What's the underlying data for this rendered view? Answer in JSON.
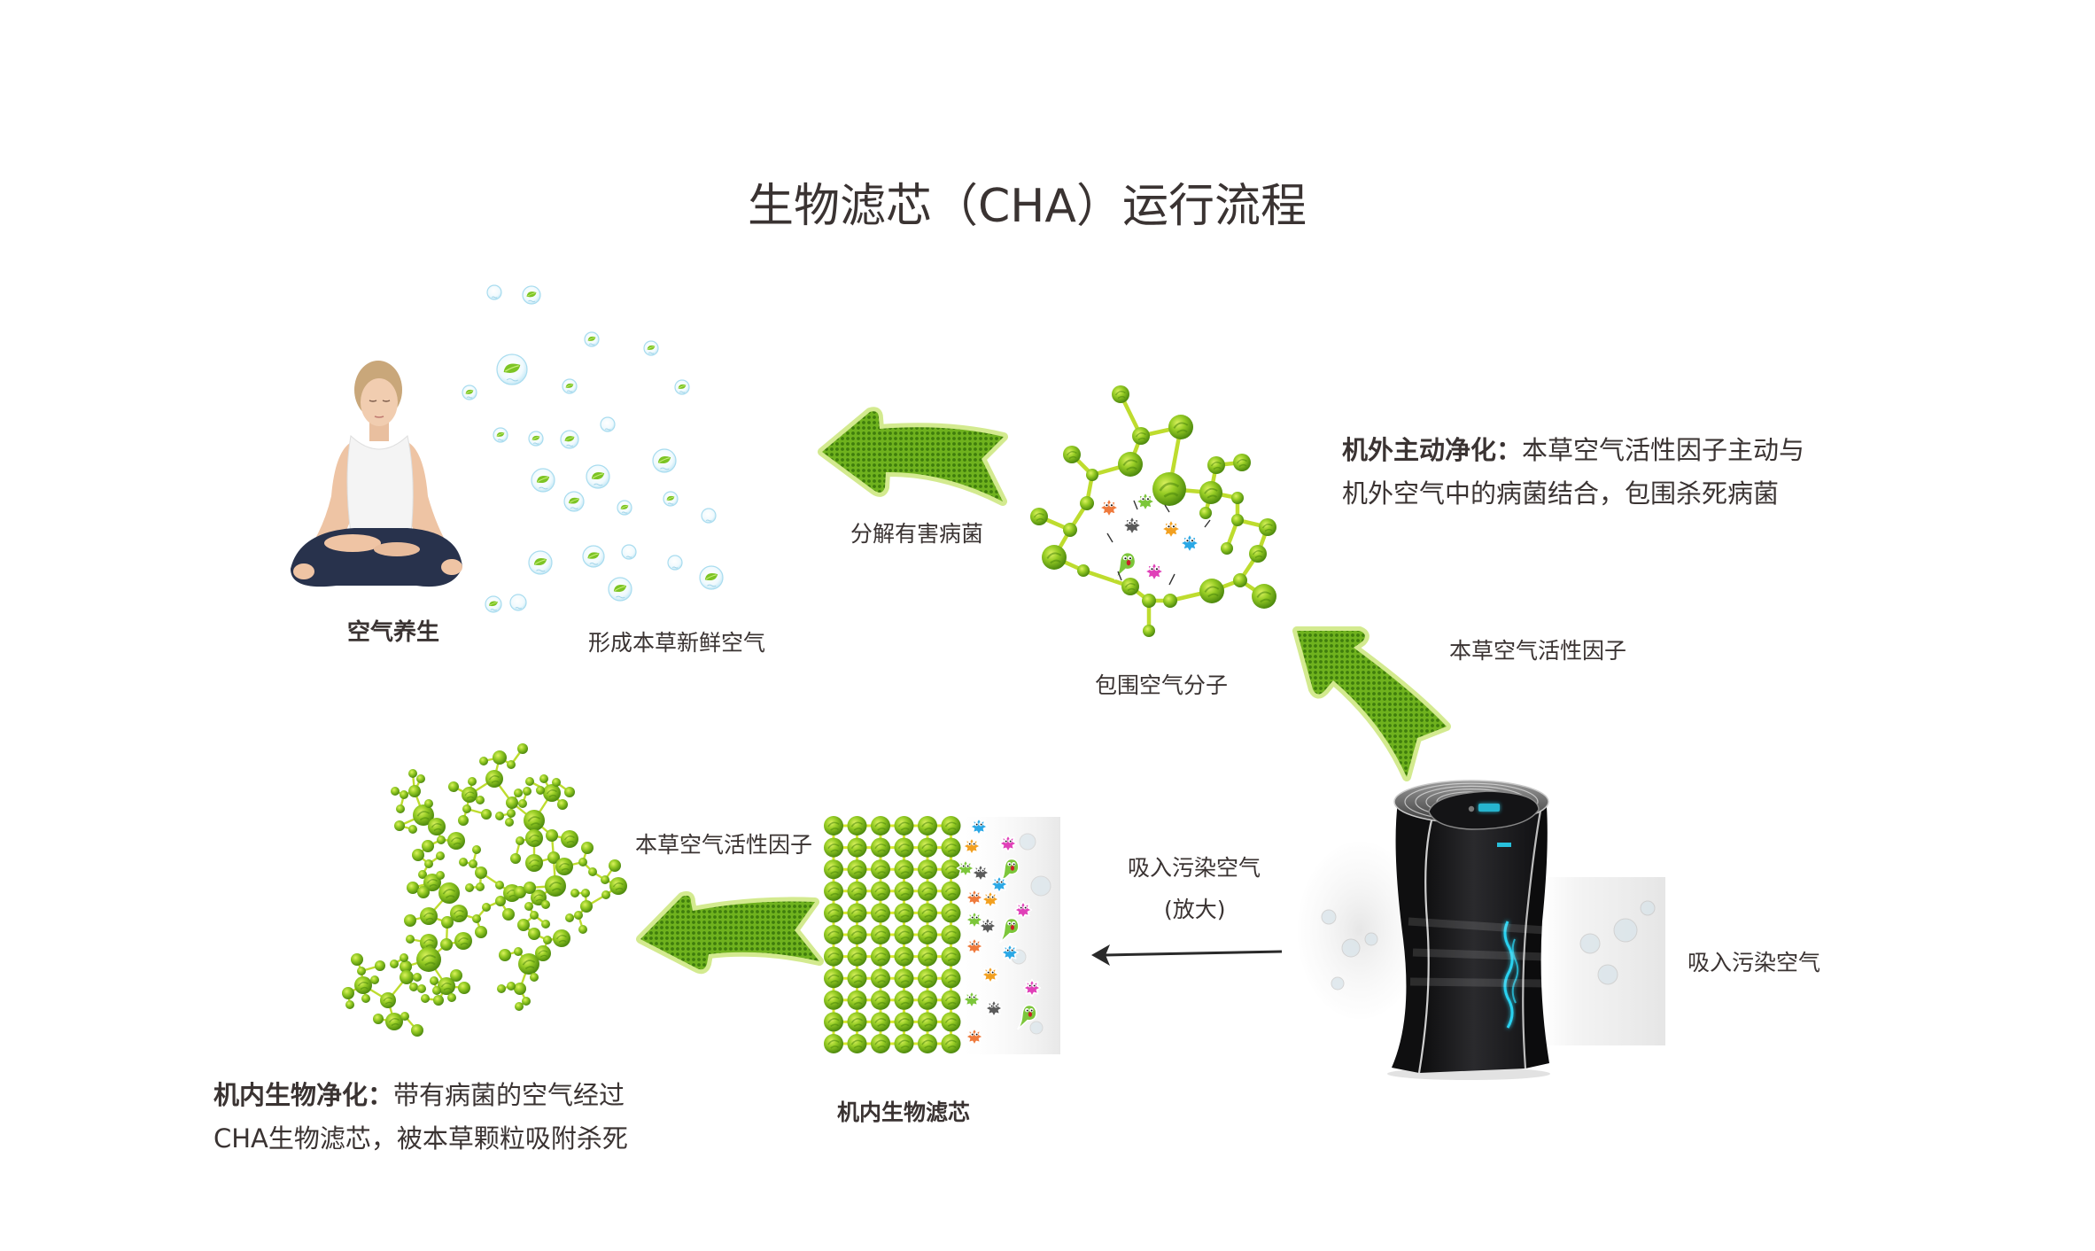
{
  "title": "生物滤芯（CHA）运行流程",
  "stages": {
    "air_wellness": {
      "label": "空气养生"
    },
    "fresh_air": {
      "label": "形成本草新鲜空气"
    },
    "decompose": {
      "label": "分解有害病菌"
    },
    "surround": {
      "label": "包围空气分子"
    },
    "active_factor_top": {
      "label": "本草空气活性因子"
    },
    "active_factor_bottom": {
      "label": "本草空气活性因子"
    },
    "intake_zoom": {
      "label": "吸入污染空气",
      "sublabel": "(放大)"
    },
    "intake": {
      "label": "吸入污染空气"
    },
    "internal_filter": {
      "label": "机内生物滤芯"
    }
  },
  "descriptions": {
    "external": {
      "heading": "机外主动净化：",
      "line1": "本草空气活性因子主动与",
      "line2": "机外空气中的病菌结合，包围杀死病菌"
    },
    "internal": {
      "heading": "机内生物净化：",
      "line1": "带有病菌的空气经过",
      "line2": "CHA生物滤芯，被本草颗粒吸附杀死"
    }
  },
  "illustrations": {
    "person": "meditating-woman",
    "bubbles": "leaf-air-bubbles",
    "molecules": "herbal-active-factor-molecules",
    "filter": "bio-filter-granule-grid",
    "germs": "bacteria-germs",
    "device": "air-purifier"
  },
  "colors": {
    "text": "#3a3332",
    "arrow_fill": "#6fb21e",
    "arrow_dot": "#3f7d0c",
    "arrow_glow": "#d3ea8f",
    "bond": "#bedc2e",
    "device_body": "#1b1b1d",
    "device_accent": "#29d2f0",
    "germ_palette": {
      "orange": "#ef7a3c",
      "green": "#7cc63a",
      "gray": "#5a5a5a",
      "amber": "#f2a020",
      "blue": "#2aa8e6",
      "pink": "#e040b8"
    }
  }
}
